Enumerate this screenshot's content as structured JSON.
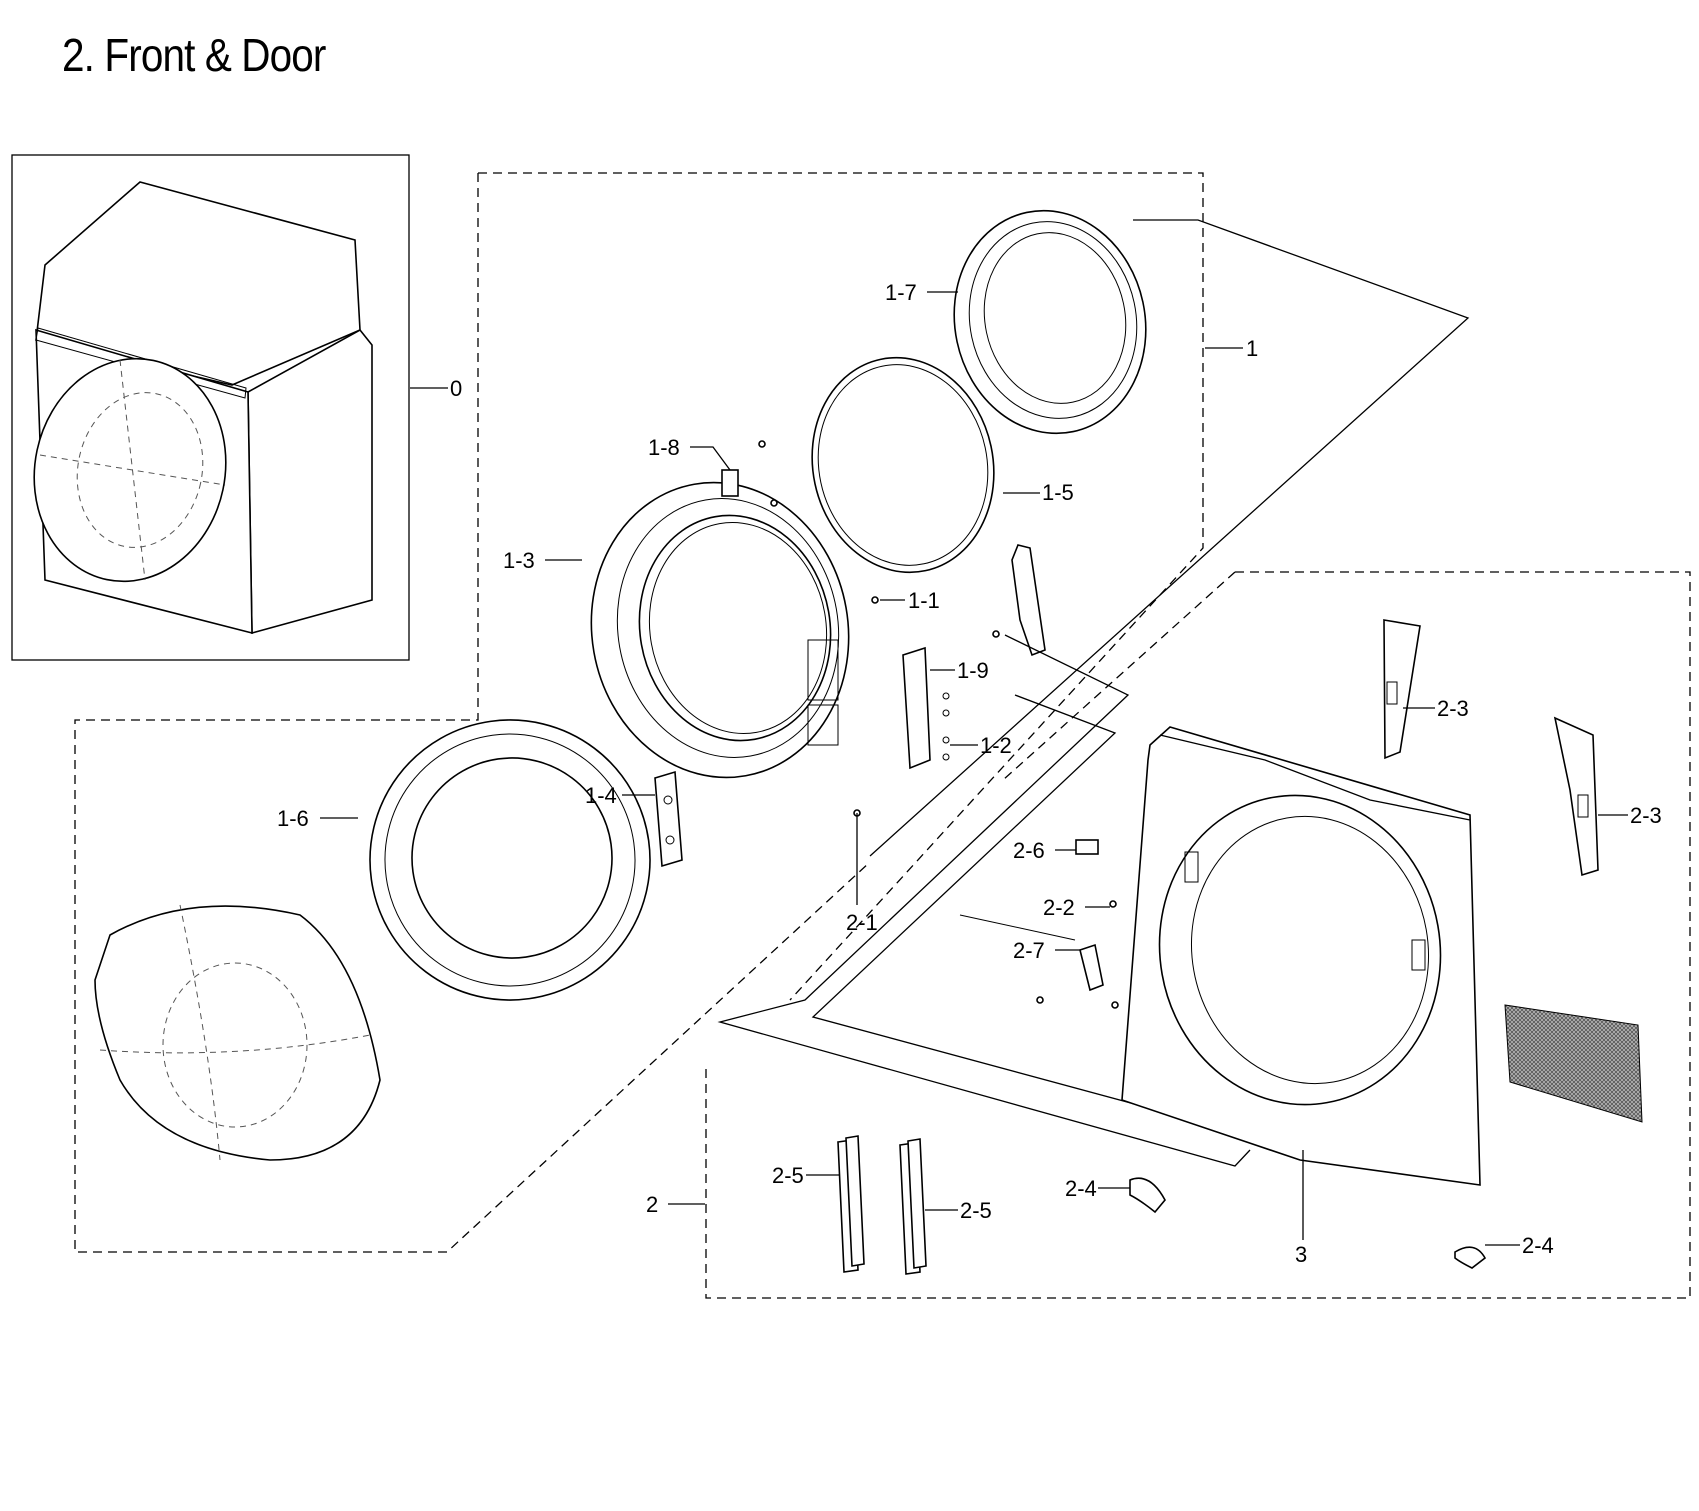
{
  "title": "2. Front & Door",
  "labels": {
    "0": "0",
    "1": "1",
    "2": "2",
    "3": "3",
    "1-1": "1-1",
    "1-2": "1-2",
    "1-3": "1-3",
    "1-4": "1-4",
    "1-5": "1-5",
    "1-6": "1-6",
    "1-7": "1-7",
    "1-8": "1-8",
    "1-9": "1-9",
    "2-1": "2-1",
    "2-2": "2-2",
    "2-3a": "2-3",
    "2-3b": "2-3",
    "2-4a": "2-4",
    "2-4b": "2-4",
    "2-5a": "2-5",
    "2-5b": "2-5",
    "2-6": "2-6",
    "2-7": "2-7"
  },
  "colors": {
    "line": "#000000",
    "background": "#ffffff",
    "filter_fill": "#8a8a8a"
  }
}
